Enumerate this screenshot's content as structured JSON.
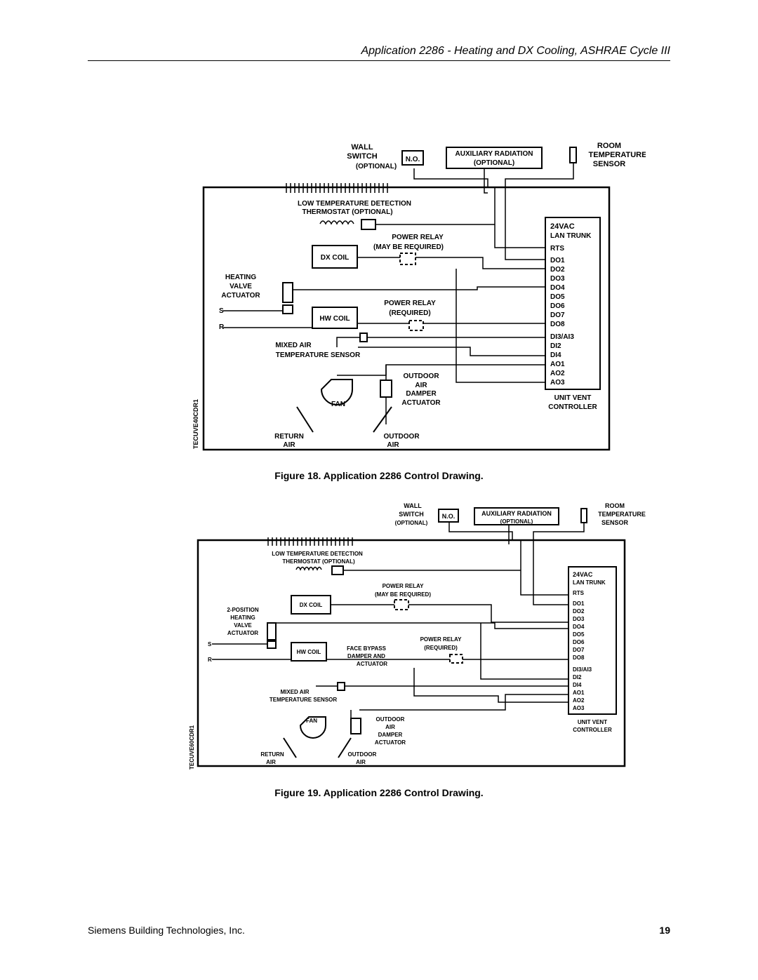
{
  "header": {
    "title": "Application 2286 - Heating and DX Cooling, ASHRAE Cycle III"
  },
  "figure18": {
    "caption": "Figure 18.  Application 2286 Control Drawing.",
    "code": "TECUVE40CDR1",
    "labels": {
      "wall1": "WALL",
      "wall2": "SWITCH",
      "wall3": "(OPTIONAL)",
      "no": "N.O.",
      "aux1": "AUXILIARY RADIATION",
      "aux2": "(OPTIONAL)",
      "room1": "ROOM",
      "room2": "TEMPERATURE",
      "room3": "SENSOR",
      "ltd1": "LOW TEMPERATURE DETECTION",
      "ltd2": "THERMOSTAT (OPTIONAL)",
      "pr1a": "POWER RELAY",
      "pr1b": "(MAY BE REQUIRED)",
      "dxcoil": "DX COIL",
      "hva1": "HEATING",
      "hva2": "VALVE",
      "hva3": "ACTUATOR",
      "pr2a": "POWER RELAY",
      "pr2b": "(REQUIRED)",
      "hwcoil": "HW COIL",
      "s": "S",
      "r": "R",
      "mat1": "MIXED AIR",
      "mat2": "TEMPERATURE SENSOR",
      "oad1": "OUTDOOR",
      "oad2": "AIR",
      "oad3": "DAMPER",
      "oad4": "ACTUATOR",
      "fan": "FAN",
      "ret1": "RETURN",
      "ret2": "AIR",
      "out1": "OUTDOOR",
      "out2": "AIR",
      "uvc1": "UNIT VENT",
      "uvc2": "CONTROLLER"
    },
    "terminals": [
      "24VAC",
      "LAN TRUNK",
      "RTS",
      "DO1",
      "DO2",
      "DO3",
      "DO4",
      "DO5",
      "DO6",
      "DO7",
      "DO8",
      "DI3/AI3",
      "DI2",
      "DI4",
      "AO1",
      "AO2",
      "AO3"
    ]
  },
  "figure19": {
    "caption": "Figure 19.  Application 2286 Control Drawing.",
    "code": "TECUVE60CDR1",
    "labels": {
      "wall1": "WALL",
      "wall2": "SWITCH",
      "wall3": "(OPTIONAL)",
      "no": "N.O.",
      "aux1": "AUXILIARY RADIATION",
      "aux2": "(OPTIONAL)",
      "room1": "ROOM",
      "room2": "TEMPERATURE",
      "room3": "SENSOR",
      "ltd1": "LOW TEMPERATURE DETECTION",
      "ltd2": "THERMOSTAT (OPTIONAL)",
      "pr1a": "POWER RELAY",
      "pr1b": "(MAY BE REQUIRED)",
      "dxcoil": "DX COIL",
      "hva0": "2-POSITION",
      "hva1": "HEATING",
      "hva2": "VALVE",
      "hva3": "ACTUATOR",
      "fbp1": "FACE BYPASS",
      "fbp2": "DAMPER AND",
      "fbp3": "ACTUATOR",
      "pr2a": "POWER RELAY",
      "pr2b": "(REQUIRED)",
      "hwcoil": "HW COIL",
      "s": "S",
      "r": "R",
      "mat1": "MIXED AIR",
      "mat2": "TEMPERATURE SENSOR",
      "oad1": "OUTDOOR",
      "oad2": "AIR",
      "oad3": "DAMPER",
      "oad4": "ACTUATOR",
      "fan": "FAN",
      "ret1": "RETURN",
      "ret2": "AIR",
      "out1": "OUTDOOR",
      "out2": "AIR",
      "uvc1": "UNIT VENT",
      "uvc2": "CONTROLLER"
    },
    "terminals": [
      "24VAC",
      "LAN TRUNK",
      "RTS",
      "DO1",
      "DO2",
      "DO3",
      "DO4",
      "DO5",
      "DO6",
      "DO7",
      "DO8",
      "DI3/AI3",
      "DI2",
      "DI4",
      "AO1",
      "AO2",
      "AO3"
    ]
  },
  "footer": {
    "company": "Siemens Building Technologies, Inc.",
    "page": "19"
  }
}
